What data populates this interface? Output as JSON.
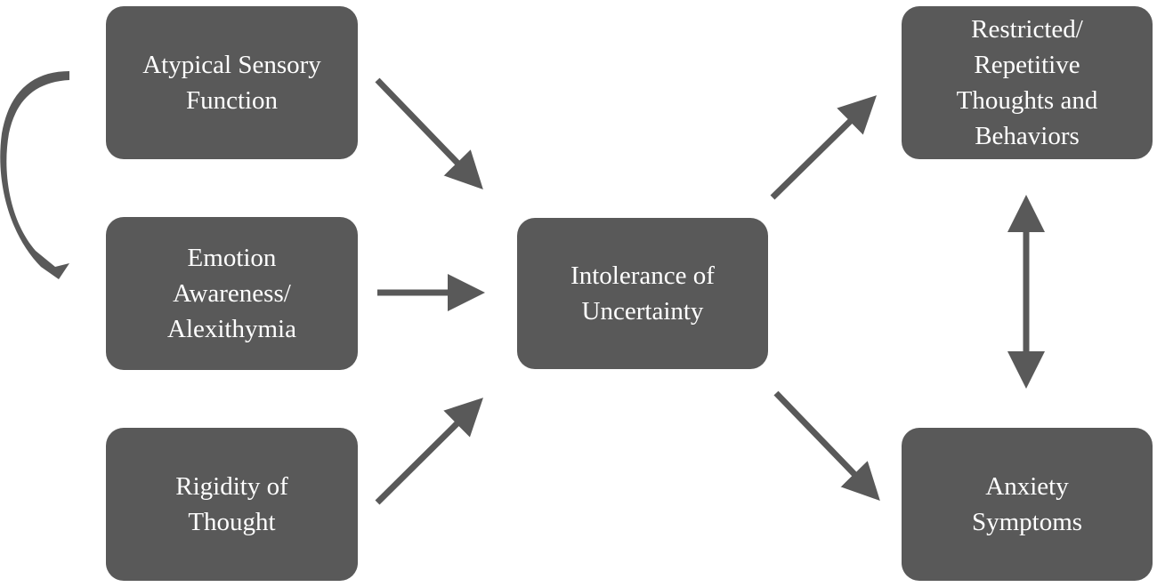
{
  "diagram": {
    "nodes": {
      "sensory": "Atypical Sensory\nFunction",
      "emotion": "Emotion\nAwareness/\nAlexithymia",
      "rigidity": "Rigidity of\nThought",
      "iu": "Intolerance of\nUncertainty",
      "rrb": "Restricted/\nRepetitive\nThoughts and\nBehaviors",
      "anxiety": "Anxiety\nSymptoms"
    },
    "edges": [
      {
        "from": "sensory",
        "to": "emotion",
        "style": "curved"
      },
      {
        "from": "sensory",
        "to": "iu"
      },
      {
        "from": "emotion",
        "to": "iu"
      },
      {
        "from": "rigidity",
        "to": "iu"
      },
      {
        "from": "iu",
        "to": "rrb"
      },
      {
        "from": "iu",
        "to": "anxiety"
      },
      {
        "from": "rrb",
        "to": "anxiety",
        "style": "bidirectional"
      }
    ],
    "colors": {
      "node_fill": "#595959",
      "node_text": "#ffffff",
      "arrow": "#595959"
    }
  }
}
